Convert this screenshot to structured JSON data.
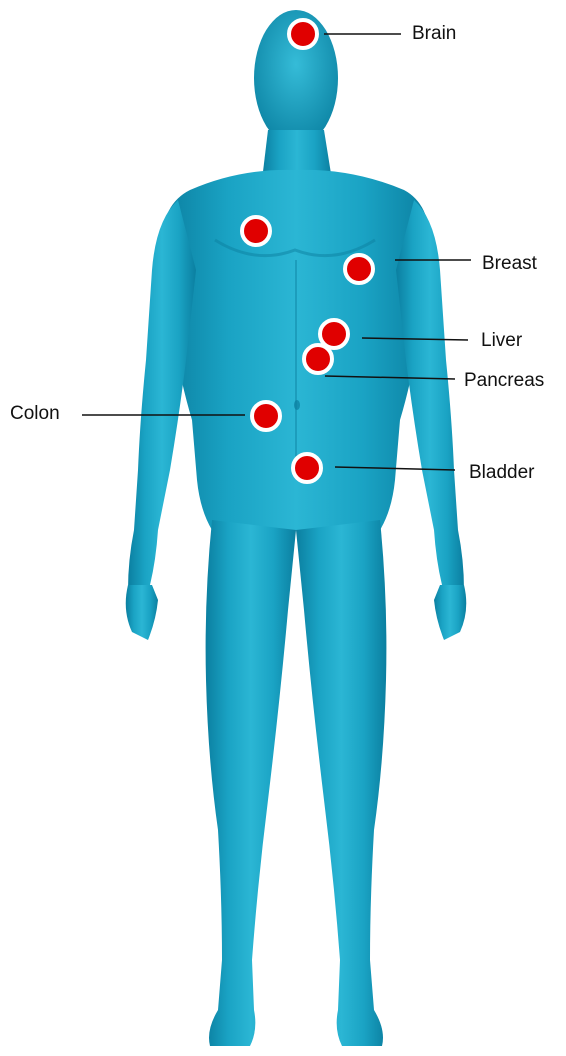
{
  "labels": {
    "brain": "Brain",
    "breast": "Breast",
    "liver": "Liver",
    "pancreas": "Pancreas",
    "colon": "Colon",
    "bladder": "Bladder"
  },
  "colors": {
    "body": "#1aa3c4",
    "body_dark": "#0b7fa0",
    "marker_fill": "#e00000",
    "marker_ring": "#ffffff",
    "leader_line": "#111111"
  }
}
